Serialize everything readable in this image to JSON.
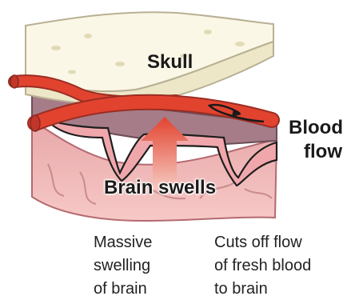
{
  "labels": {
    "skull": "Skull",
    "blood_flow_line1": "Blood",
    "blood_flow_line2": "flow",
    "brain_swells": "Brain swells"
  },
  "captions": {
    "left": [
      "Massive",
      "swelling",
      "of brain"
    ],
    "right": [
      "Cuts off flow",
      "of fresh blood",
      "to brain"
    ]
  },
  "colors": {
    "skull": "#f3efda",
    "blood_vessel": "#e2432f",
    "brain_tissue": "#f0b9b9",
    "arrow": "#e2432f"
  }
}
